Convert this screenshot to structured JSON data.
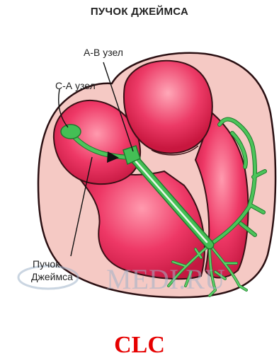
{
  "diagram": {
    "title": "ПУЧОК ДЖЕЙМСА",
    "labels": {
      "av_node": "А-В узел",
      "sa_node": "С-А узел",
      "james_bundle_line1": "Пучок",
      "james_bundle_line2": "Джеймса"
    },
    "watermark": "MEDI.RU",
    "footer": "CLC"
  },
  "colors": {
    "wall": "#f5c9c4",
    "outline": "#2a0f12",
    "chamber": "#e8295a",
    "conduction": "#38b449",
    "conduction_dark": "#1e7a2c",
    "footer_text": "#e60000",
    "watermark": "#9fb3c8"
  }
}
